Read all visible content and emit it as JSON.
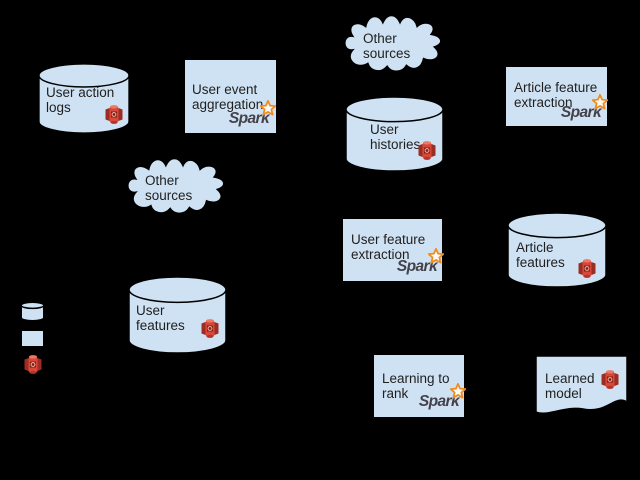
{
  "colors": {
    "background": "#000000",
    "shape_fill": "#cfe2f3",
    "shape_stroke": "#000000",
    "label_color": "#1f1f1f",
    "icon_red": "#d9473a",
    "icon_red_dark": "#9c2d23",
    "spark_orange": "#ef8c1e",
    "spark_gray": "#45414b"
  },
  "spark": {
    "wordmark": "Spark"
  },
  "nodes": {
    "user_action_logs": {
      "label": "User action logs",
      "shape": "cylinder",
      "icon": "s3-icon"
    },
    "user_event_aggregation": {
      "label": "User event aggregation",
      "shape": "process",
      "engine": "Spark"
    },
    "other_sources_top": {
      "label": "Other sources",
      "shape": "cloud"
    },
    "user_histories": {
      "label": "User histories",
      "shape": "cylinder",
      "icon": "s3-icon"
    },
    "article_feature_extraction": {
      "label": "Article feature extraction",
      "shape": "process",
      "engine": "Spark"
    },
    "other_sources_left": {
      "label": "Other sources",
      "shape": "cloud"
    },
    "user_feature_extraction": {
      "label": "User feature extraction",
      "shape": "process",
      "engine": "Spark"
    },
    "article_features": {
      "label": "Article features",
      "shape": "cylinder",
      "icon": "s3-icon"
    },
    "user_features": {
      "label": "User features",
      "shape": "cylinder",
      "icon": "s3-icon"
    },
    "learning_to_rank": {
      "label": "Learning to rank",
      "shape": "process",
      "engine": "Spark"
    },
    "learned_model": {
      "label": "Learned model",
      "shape": "document",
      "icon": "s3-icon"
    }
  },
  "legend": {
    "items": [
      {
        "shape": "cylinder"
      },
      {
        "shape": "rectangle"
      },
      {
        "shape": "s3-icon"
      }
    ]
  }
}
